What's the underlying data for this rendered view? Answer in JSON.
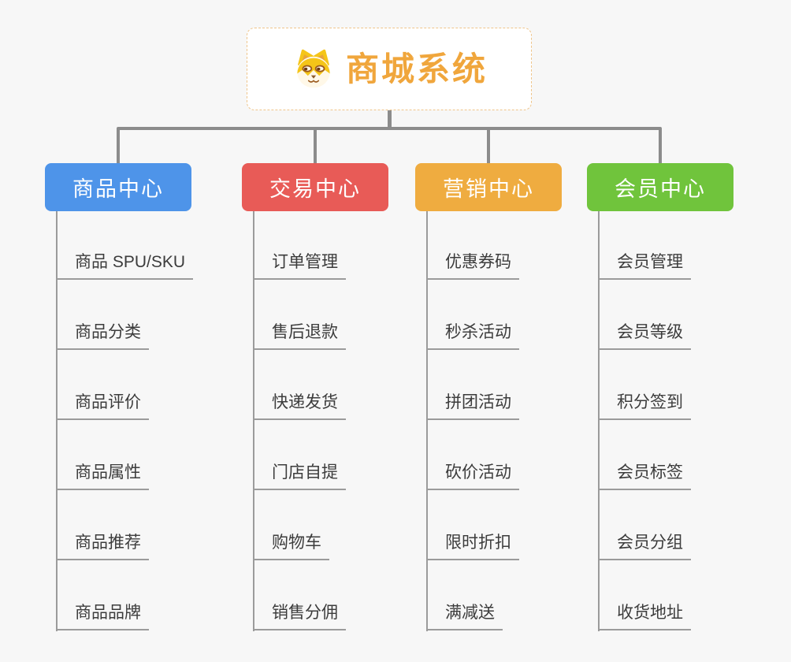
{
  "root": {
    "title": "商城系统",
    "icon": "dog-face-icon"
  },
  "branches": [
    {
      "label": "商品中心",
      "color": "#4e94e9",
      "items": [
        "商品 SPU/SKU",
        "商品分类",
        "商品评价",
        "商品属性",
        "商品推荐",
        "商品品牌"
      ]
    },
    {
      "label": "交易中心",
      "color": "#e85b57",
      "items": [
        "订单管理",
        "售后退款",
        "快递发货",
        "门店自提",
        "购物车",
        "销售分佣"
      ]
    },
    {
      "label": "营销中心",
      "color": "#efac40",
      "items": [
        "优惠券码",
        "秒杀活动",
        "拼团活动",
        "砍价活动",
        "限时折扣",
        "满减送"
      ]
    },
    {
      "label": "会员中心",
      "color": "#70c43c",
      "items": [
        "会员管理",
        "会员等级",
        "积分签到",
        "会员标签",
        "会员分组",
        "收货地址"
      ]
    }
  ],
  "colors": {
    "background": "#f7f7f7",
    "root_title": "#f0a63c",
    "root_border": "#efc58b",
    "connector": "#8c8c8c",
    "leaf_line": "#9b9b9b",
    "leaf_text": "#3c3c3c"
  }
}
